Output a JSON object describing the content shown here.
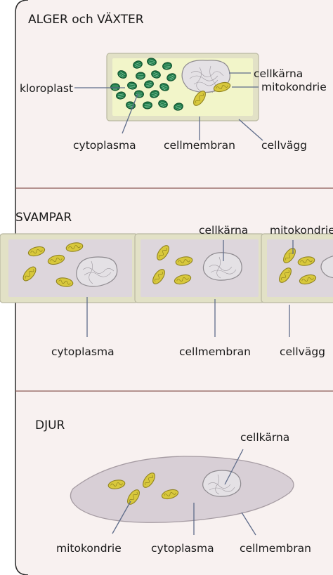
{
  "sections": {
    "plants": {
      "title": "ALGER och VÄXTER",
      "labels": {
        "nucleus": "cellkärna",
        "mitochondrion": "mitokondrie",
        "chloroplast": "kloroplast",
        "cytoplasm": "cytoplasma",
        "membrane": "cellmembran",
        "wall": "cellvägg"
      }
    },
    "fungi": {
      "title": "SVAMPAR",
      "labels": {
        "nucleus": "cellkärna",
        "mitochondrion": "mitokondrie",
        "cytoplasm": "cytoplasma",
        "membrane": "cellmembran",
        "wall": "cellvägg"
      }
    },
    "animals": {
      "title": "DJUR",
      "labels": {
        "nucleus": "cellkärna",
        "mitochondrion": "mitokondrie",
        "cytoplasm": "cytoplasma",
        "membrane": "cellmembran"
      }
    }
  },
  "colors": {
    "background": "#f8f1f0",
    "divider": "#8a5a55",
    "cell_wall": "#e2e1c6",
    "chloroplast": "#1f7a4a",
    "mitochondrion": "#d8c83c",
    "leader_line": "#5e6c8a"
  }
}
